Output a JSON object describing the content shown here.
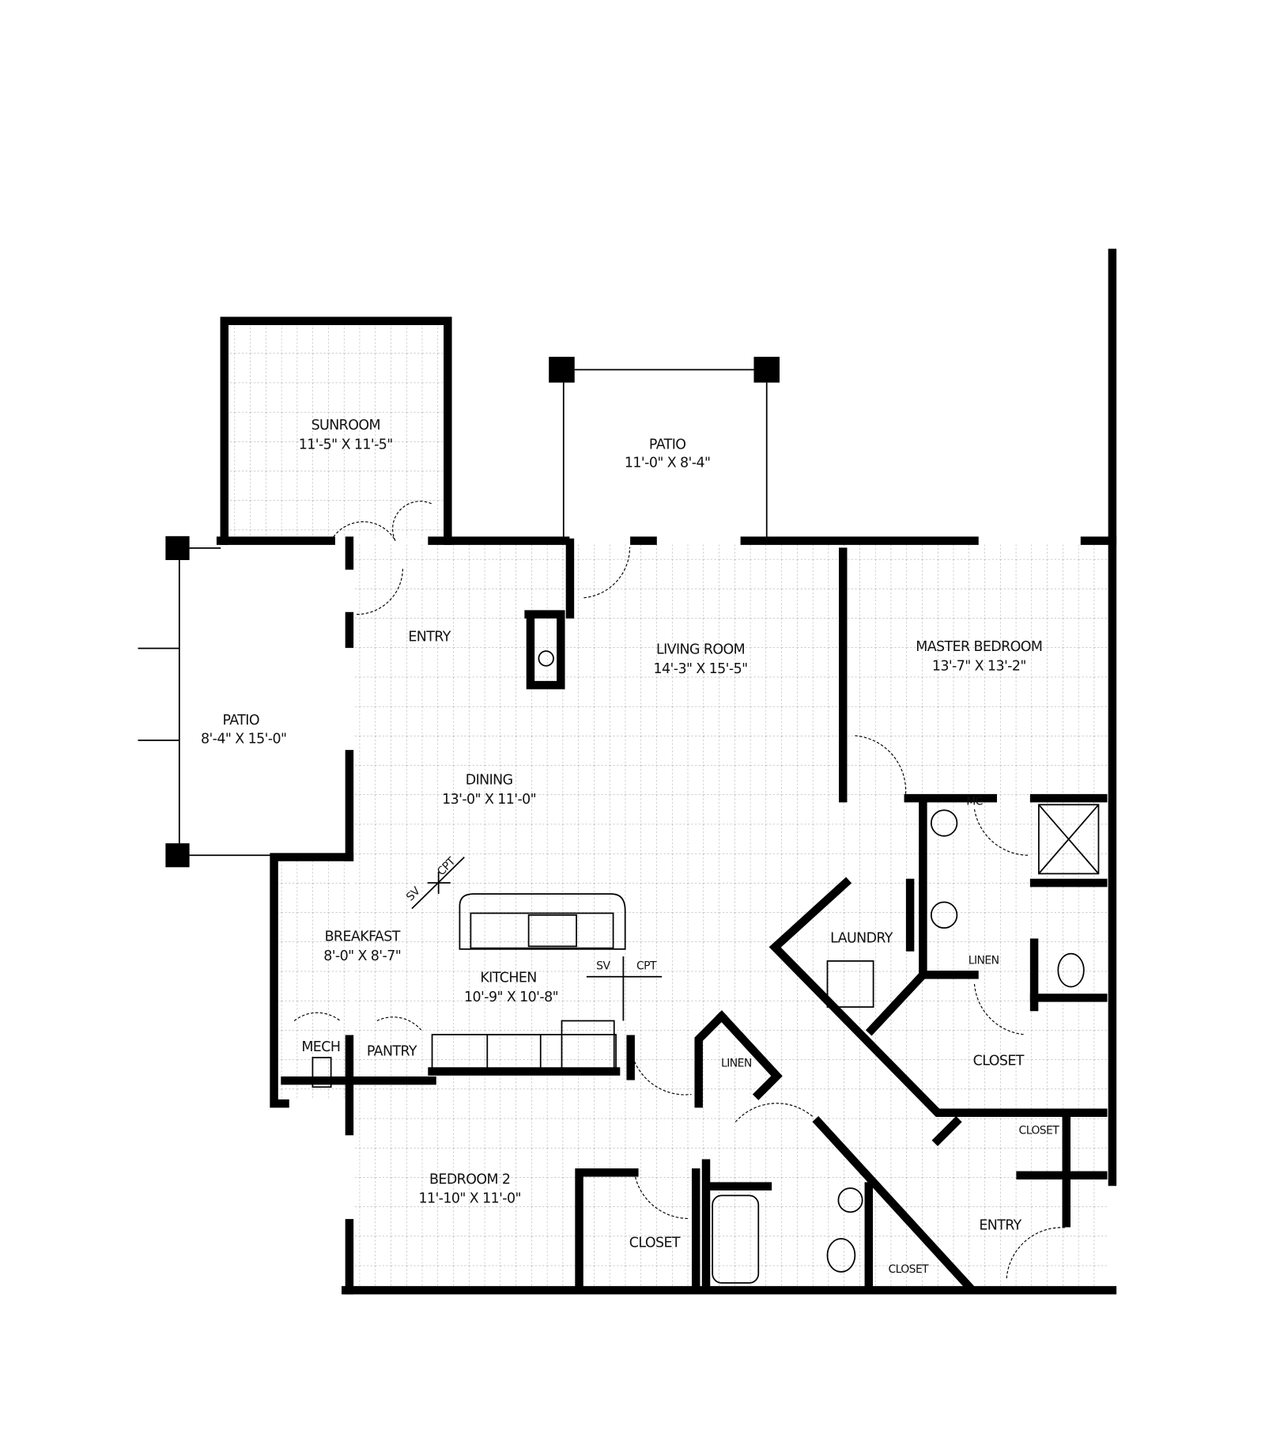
{
  "rooms": {
    "sunroom": {
      "name": "SUNROOM",
      "size": "11'-5\" X 11'-5\""
    },
    "patio_rear": {
      "name": "PATIO",
      "size": "11'-0\" X 8'-4\""
    },
    "patio_side": {
      "name": "PATIO",
      "size": "8'-4\" X 15'-0\""
    },
    "entry_main": {
      "name": "ENTRY"
    },
    "living_room": {
      "name": "LIVING ROOM",
      "size": "14'-3\" X 15'-5\""
    },
    "master_bedroom": {
      "name": "MASTER BEDROOM",
      "size": "13'-7\" X 13'-2\""
    },
    "dining": {
      "name": "DINING",
      "size": "13'-0\" X 11'-0\""
    },
    "breakfast": {
      "name": "BREAKFAST",
      "size": "8'-0\" X 8'-7\""
    },
    "kitchen": {
      "name": "KITCHEN",
      "size": "10'-9\" X 10'-8\""
    },
    "laundry": {
      "name": "LAUNDRY"
    },
    "linen_master": {
      "name": "LINEN"
    },
    "closet_master": {
      "name": "CLOSET"
    },
    "mech": {
      "name": "MECH"
    },
    "pantry": {
      "name": "PANTRY"
    },
    "linen_hall": {
      "name": "LINEN"
    },
    "bedroom2": {
      "name": "BEDROOM 2",
      "size": "11'-10\" X 11'-0\""
    },
    "closet_bed2": {
      "name": "CLOSET"
    },
    "closet_entry_upper": {
      "name": "CLOSET"
    },
    "closet_entry_lower": {
      "name": "CLOSET"
    },
    "entry_rear": {
      "name": "ENTRY"
    },
    "mc": {
      "name": "MC"
    }
  },
  "annotations": {
    "sv1": "SV",
    "cpt1": "CPT",
    "sv2": "SV",
    "cpt2": "CPT"
  },
  "colors": {
    "wall": "#000000",
    "background": "#ffffff",
    "grid": "#9a9a9a"
  }
}
